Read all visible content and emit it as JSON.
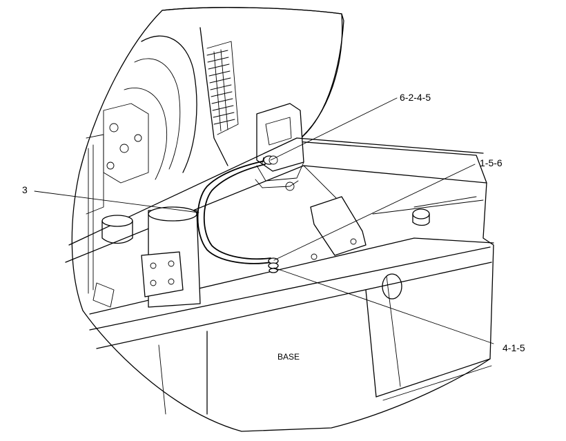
{
  "callouts": {
    "c1": "6-2-4-5",
    "c2": "1-5-6",
    "c3": "3",
    "c4": "4-1-5"
  },
  "base_label": "BASE",
  "colors": {
    "line": "#000000",
    "background": "#ffffff"
  }
}
